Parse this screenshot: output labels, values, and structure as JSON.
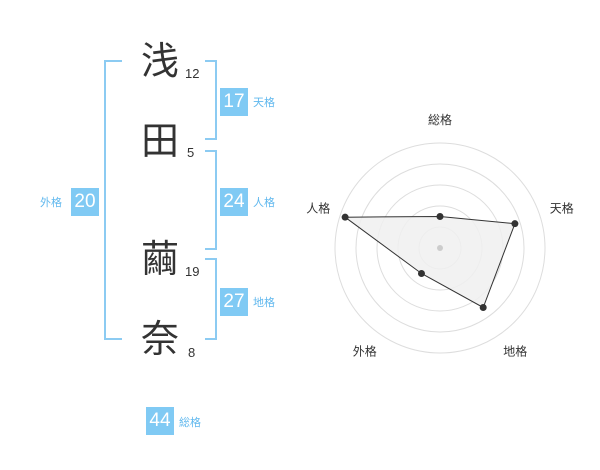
{
  "name": {
    "characters": [
      {
        "char": "浅",
        "strokes": "12"
      },
      {
        "char": "田",
        "strokes": "5"
      },
      {
        "char": "繭",
        "strokes": "19"
      },
      {
        "char": "奈",
        "strokes": "8"
      }
    ]
  },
  "fortunes": {
    "tenkaku": {
      "value": "17",
      "label": "天格"
    },
    "jinkaku": {
      "value": "24",
      "label": "人格"
    },
    "chikaku": {
      "value": "27",
      "label": "地格"
    },
    "gaikaku": {
      "value": "20",
      "label": "外格"
    },
    "soukaku": {
      "value": "44",
      "label": "総格"
    }
  },
  "colors": {
    "accent": "#80caf4",
    "bracket": "#8ccbf2",
    "label": "#60b8ee",
    "radar_fill": "#f0f0f0"
  },
  "chart_data": {
    "type": "radar",
    "axes": [
      "総格",
      "天格",
      "地格",
      "外格",
      "人格"
    ],
    "values": [
      1.5,
      3.75,
      3.5,
      1.5,
      4.75
    ],
    "rmax": 5,
    "grid_rings": 5,
    "grid": true
  }
}
